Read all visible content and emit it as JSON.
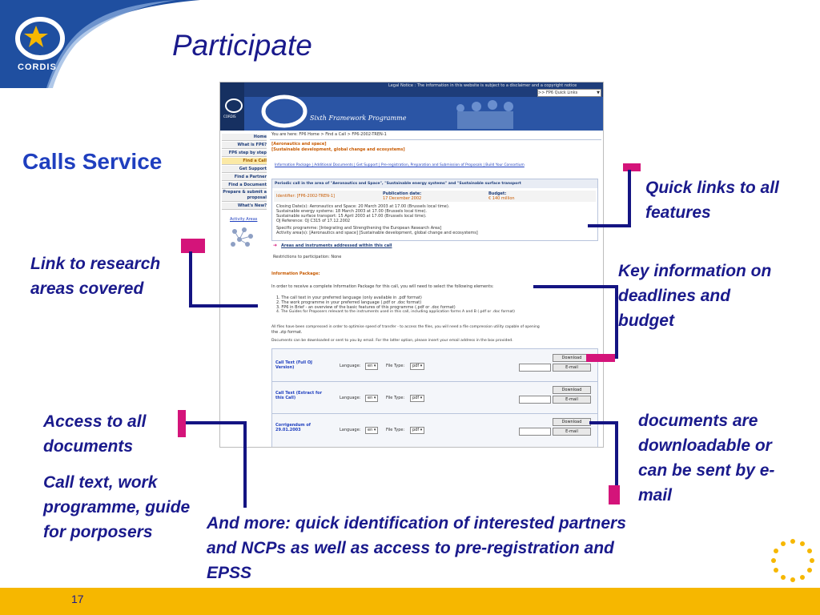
{
  "slide": {
    "title": "Participate",
    "logo_text": "CORDIS",
    "section_heading": "Calls Service",
    "page_number": "17"
  },
  "callouts": {
    "quick_links": "Quick links to all features",
    "research_areas": "Link to research areas covered",
    "key_info": "Key information on deadlines and budget",
    "access_docs": "Access to all documents",
    "call_text": "Call text, work programme, guide for porposers",
    "downloadable": "documents are downloadable or can be sent by e-mail",
    "and_more": "And more: quick identification of interested partners and NCPs as well as access to pre-registration and EPSS"
  },
  "screenshot": {
    "legal_notice": "Legal Notice : The information in this website is subject to a disclaimer and a copyright notice",
    "quick_links_select": ">> FP6 Quick Links",
    "banner_title": "Sixth Framework Programme",
    "logo_small": "CORDIS",
    "breadcrumb": "You are here: FP6 Home > Find a Call > FP6-2002-TREN-1",
    "sidebar": [
      "Home",
      "What is FP6?",
      "FP6 step by step",
      "Find a Call",
      "Get Support",
      "Find a Partner",
      "Find a Document",
      "Prepare & submit a proposal",
      "What's New?"
    ],
    "activity_areas": "Activity Areas",
    "area_title_1": "[Aeronautics and space]",
    "area_title_2": "[Sustainable development, global change and ecosystems]",
    "tabs_line": "Information Package | Additional Documents | Get Support | Pre-registration, Preparation and Submission of Proposals | Build Your Consortium",
    "call_heading": "Periodic call in the area of \"Aeronautics and Space\", \"Sustainable energy systems\" and \"Sustainable surface transport",
    "identifier": "Identifier: [FP6-2002-TREN-1]",
    "publication_label": "Publication date:",
    "publication_value": "17 December 2002",
    "budget_label": "Budget:",
    "budget_value": "€ 140 million",
    "closing_lines": [
      "Closing Date(s): Aeronautics and Space: 20 March 2003 at 17.00 (Brussels local time).",
      "Sustainable energy systems: 18 March 2003 at 17.00 (Brussels local time).",
      "Sustainable surface transport: 15 April 2003 at 17.00 (Brussels local time).",
      "OJ Reference: OJ C315 of 17.12.2002"
    ],
    "specific_programme": "Specific programme: [Integrating and Strengthening the European Research Area]",
    "activity_line": "Activity area(s): [Aeronautics and space] [Sustainable development, global change and ecosystems]",
    "areas_link": "Areas and instruments addressed within this call",
    "restrictions": "Restrictions to participation: None",
    "info_package_heading": "Information Package:",
    "info_intro": "In order to receive a complete Information Package for this call, you will need to select the following elements:",
    "info_items": [
      "1.  The call text in your preferred language (only available in .pdf format)",
      "2.  The work programme in your preferred language (.pdf or .doc format)",
      "3.  FP6 in Brief - an overview of the basic features of this programme (.pdf or .doc format)",
      "4.  The Guides for Proposers relevant to the instruments used in this call, including application forms A and B (.pdf or .doc format)"
    ],
    "compress_note_1": "All files have been compressed in order to optimise speed of transfer - to access the files, you will need a file compression utility capable of opening",
    "compress_note_2": "the .zip format.",
    "email_note": "Documents can be downloaded or sent to you by email. For the latter option, please insert your email address in the box provided.",
    "doc_rows": [
      {
        "title": "Call Text (Full OJ Version)",
        "language": "en",
        "file_type": "pdf"
      },
      {
        "title": "Call Text (Extract for this Call)",
        "language": "en",
        "file_type": "pdf"
      },
      {
        "title": "Corrigendum of 29.01.2003",
        "language": "en",
        "file_type": "pdf"
      }
    ],
    "language_label": "Language:",
    "file_type_label": "File Type:",
    "download_label": "Download",
    "email_label": "E-mail"
  },
  "colors": {
    "navy": "#141482",
    "magenta": "#d4147a",
    "footer": "#f6b700",
    "title_blue": "#1a1a8c"
  }
}
